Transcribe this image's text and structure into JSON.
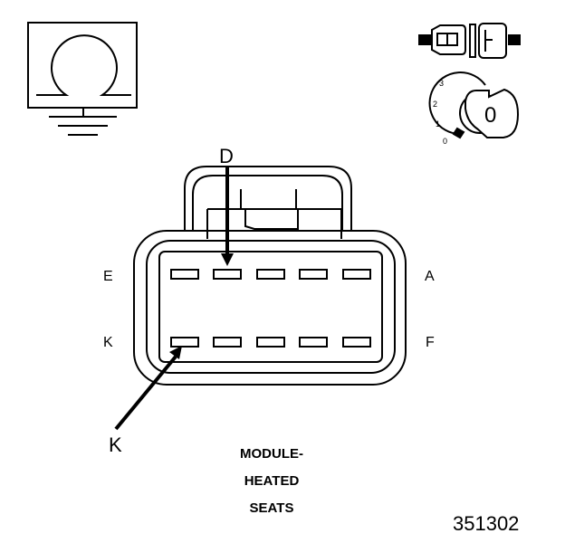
{
  "pin_labels": {
    "top_left": "E",
    "top_right": "A",
    "bottom_left": "K",
    "bottom_right": "F"
  },
  "pointer_labels": {
    "d": "D",
    "k": "K"
  },
  "caption": [
    "MODULE-",
    "HEATED",
    "SEATS"
  ],
  "figure_number": "351302",
  "ignition_positions": [
    "3",
    "2",
    "1",
    "0"
  ],
  "ignition_key_text": "0",
  "icons": {
    "ground_symbol": "ground-omega-icon",
    "connector_symbol": "inline-connector-icon",
    "ignition_symbol": "ignition-switch-icon"
  }
}
